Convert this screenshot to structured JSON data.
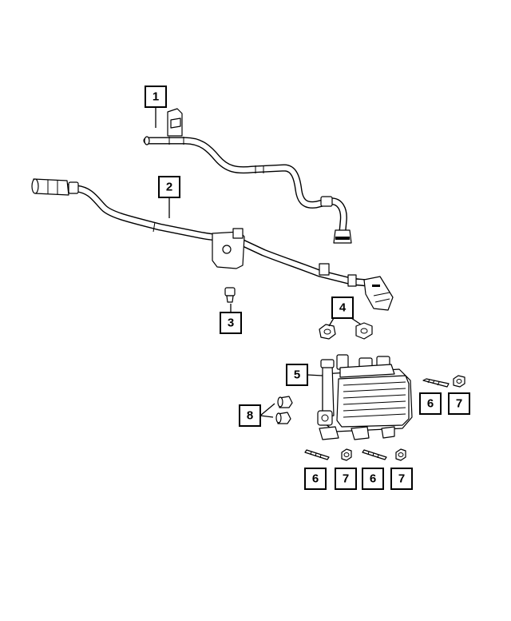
{
  "diagram": {
    "type": "parts-exploded-view",
    "callouts": [
      {
        "id": "c1",
        "label": "1"
      },
      {
        "id": "c2",
        "label": "2"
      },
      {
        "id": "c3",
        "label": "3"
      },
      {
        "id": "c4",
        "label": "4"
      },
      {
        "id": "c5",
        "label": "5"
      },
      {
        "id": "c6a",
        "label": "6"
      },
      {
        "id": "c7a",
        "label": "7"
      },
      {
        "id": "c8",
        "label": "8"
      },
      {
        "id": "c6b",
        "label": "6"
      },
      {
        "id": "c7b",
        "label": "7"
      },
      {
        "id": "c6c",
        "label": "6"
      },
      {
        "id": "c7c",
        "label": "7"
      }
    ]
  }
}
